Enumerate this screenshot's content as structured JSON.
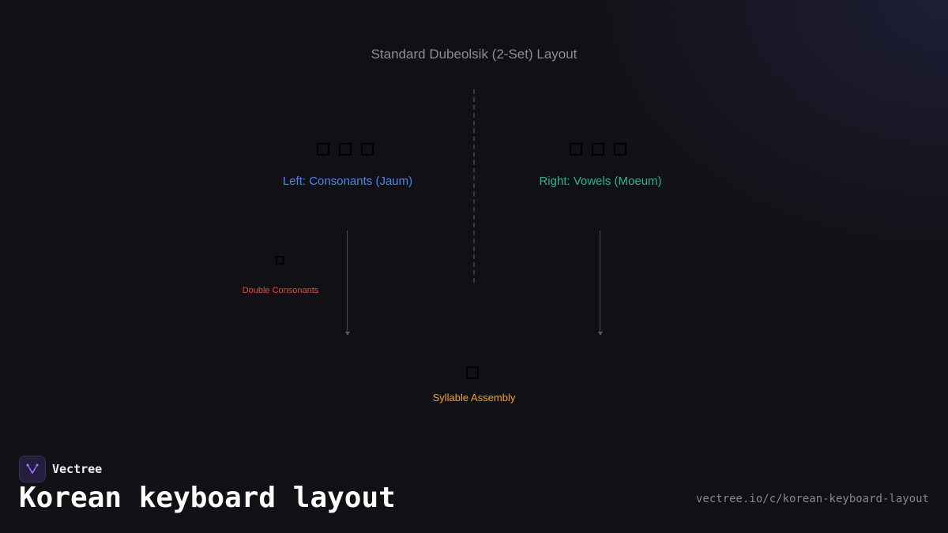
{
  "diagram": {
    "title": "Standard Dubeolsik (2-Set) Layout",
    "left_label": "Left: Consonants (Jaum)",
    "right_label": "Right: Vowels (Moeum)",
    "double_label": "Double Consonants",
    "assembly_label": "Syllable Assembly"
  },
  "footer": {
    "brand": "Vectree",
    "title": "Korean keyboard layout",
    "url": "vectree.io/c/korean-keyboard-layout"
  },
  "colors": {
    "consonants": "#4f86f0",
    "vowels": "#2fb58a",
    "double": "#e24b4b",
    "assembly": "#f1a22c"
  }
}
